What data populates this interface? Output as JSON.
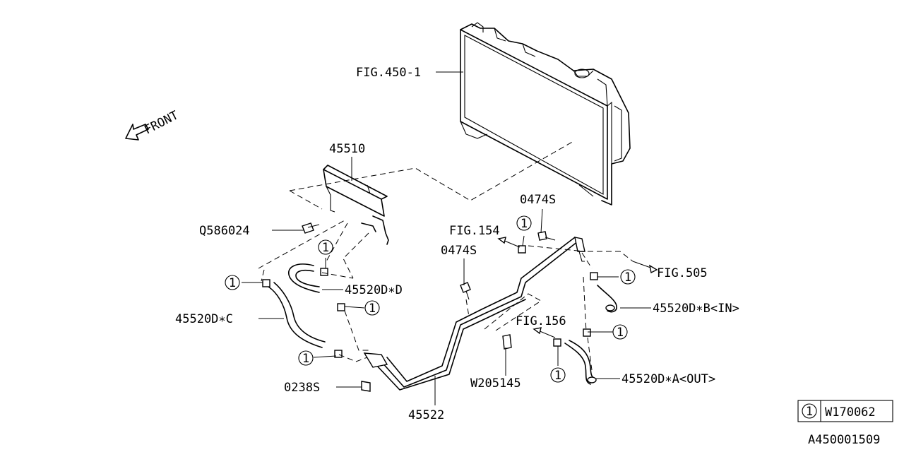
{
  "front_label": "FRONT",
  "callouts": {
    "fig450": "FIG.450-1",
    "p45510": "45510",
    "q586024": "Q586024",
    "p45520d_d": "45520D∗D",
    "p45520d_c": "45520D∗C",
    "p0238s": "0238S",
    "p45522": "45522",
    "p0474s_a": "0474S",
    "p0474s_b": "0474S",
    "fig154": "FIG.154",
    "fig505": "FIG.505",
    "p45520d_b": "45520D∗B<IN>",
    "fig156": "FIG.156",
    "w205145": "W205145",
    "p45520d_a": "45520D∗A<OUT>"
  },
  "ref_marker": "1",
  "legend": {
    "marker": "1",
    "code": "W170062"
  },
  "diagram_id": "A450001509"
}
